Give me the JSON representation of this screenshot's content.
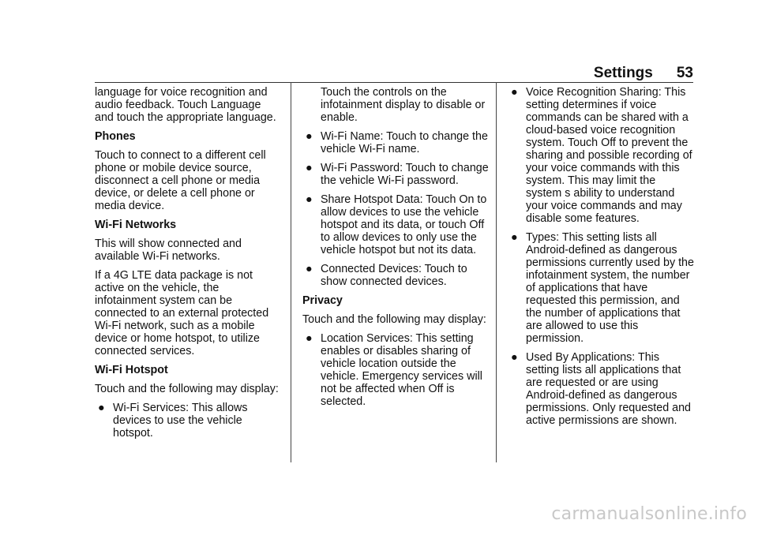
{
  "header": {
    "title": "Settings",
    "page_number": "53"
  },
  "col1": {
    "p1": "language for voice recognition and audio feedback. Touch Language and touch the appropriate language.",
    "h_phones": "Phones",
    "p_phones": "Touch to connect to a different cell phone or mobile device source, disconnect a cell phone or media device, or delete a cell phone or media device.",
    "h_wifi_networks": "Wi-Fi Networks",
    "p_wifi1": "This will show connected and available Wi-Fi networks.",
    "p_wifi2": "If a 4G LTE data package is not active on the vehicle, the infotainment system can be connected to an external protected Wi-Fi network, such as a mobile device or home hotspot, to utilize connected services.",
    "h_wifi_hotspot": "Wi-Fi Hotspot",
    "p_hotspot": "Touch and the following may display:",
    "b_wifi_services": "Wi-Fi Services: This allows devices to use the vehicle hotspot."
  },
  "col2": {
    "cont": "Touch the controls on the infotainment display to disable or enable.",
    "b_wifi_name": "Wi-Fi Name: Touch to change the vehicle Wi-Fi name.",
    "b_wifi_password": "Wi-Fi Password: Touch to change the vehicle Wi-Fi password.",
    "b_share_hotspot": "Share Hotspot Data: Touch On to allow devices to use the vehicle hotspot and its data, or touch Off to allow devices to only use the vehicle hotspot but not its data.",
    "b_connected_devices": "Connected Devices: Touch to show connected devices.",
    "h_privacy": "Privacy",
    "p_privacy": "Touch and the following may display:",
    "b_location": "Location Services: This setting enables or disables sharing of vehicle location outside the vehicle. Emergency services will not be affected when Off is selected."
  },
  "col3": {
    "b_voice": "Voice Recognition Sharing: This setting determines if voice commands can be shared with a cloud-based voice recognition system. Touch Off to prevent the sharing and possible recording of your voice commands with this system. This may limit the system s ability to understand your voice commands and may disable some features.",
    "b_types": "Types: This setting lists all Android-defined as dangerous permissions currently used by the infotainment system, the number of applications that have requested this permission, and the number of applications that are allowed to use this permission.",
    "b_used_by": "Used By Applications: This setting lists all applications that are requested or are using Android-defined as dangerous permissions. Only requested and active permissions are shown."
  },
  "bullet_glyph": "●",
  "watermark": "carmanualsonline.info"
}
